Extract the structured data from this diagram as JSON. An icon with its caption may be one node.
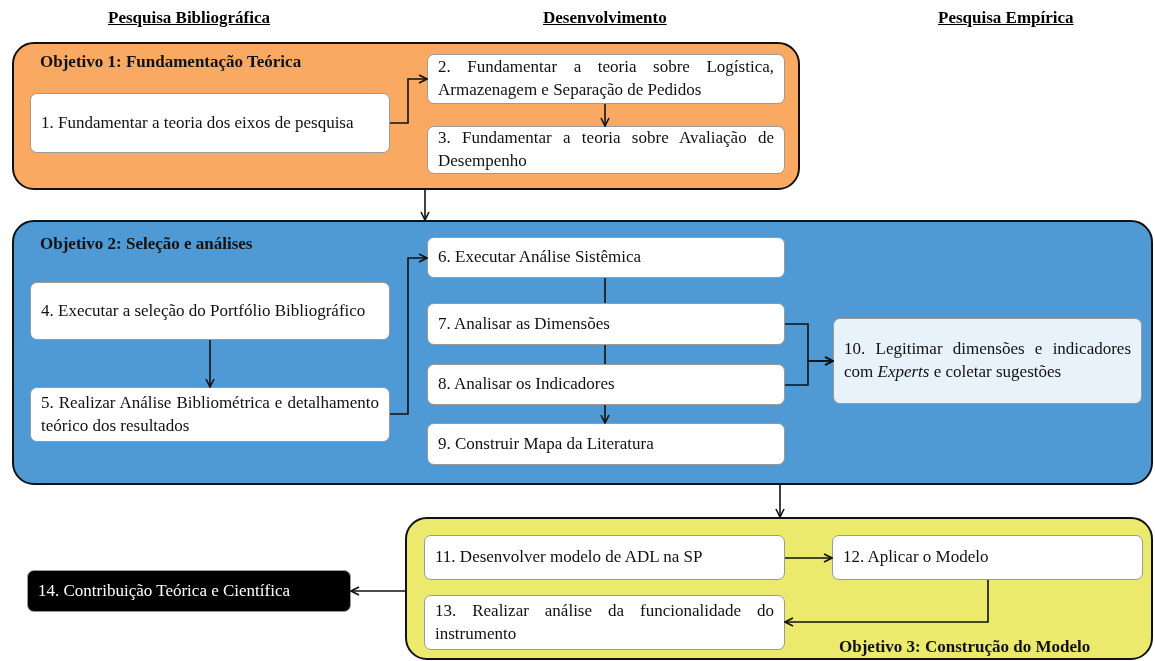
{
  "diagram": {
    "nodes": [
      {
        "text": [
          "Objetivo 1: Fundamentação Teórica"
        ]
      },
      {
        "text": [
          "1. Fundamentar a teoria dos eixos de pesquisa"
        ],
        "in": 0
      },
      {
        "text": [
          "2. Fundamentar a teoria sobre Logística, Armazenagem e Separação de Pedidos"
        ],
        "in": 0
      },
      {
        "text": [
          "3. Fundamentar a teoria sobre Avaliação de Desempenho"
        ],
        "in": 0
      },
      {
        "text": [
          "Objetivo 2: Seleção e análises"
        ]
      },
      {
        "text": [
          "4. Executar a seleção do Portfólio Bibliográfico"
        ],
        "in": 4
      },
      {
        "text": [
          "5. Realizar Análise Bibliométrica e detalhamento teórico dos resultados"
        ],
        "in": 4
      },
      {
        "text": [
          "6. Executar Análise Sistêmica"
        ],
        "in": 4
      },
      {
        "text": [
          "7. Analisar as Dimensões"
        ],
        "in": 4
      },
      {
        "text": [
          "8. Analisar os Indicadores"
        ],
        "in": 4
      },
      {
        "text": [
          "9. Construir Mapa da Literatura"
        ],
        "in": 4
      },
      {
        "text": [
          "10. Legitimar dimensões e indicadores com *Experts* e coletar sugestões"
        ],
        "in": 4
      },
      {
        "text": [
          "Objetivo 3: Construção do Modelo"
        ]
      },
      {
        "text": [
          "11. Desenvolver modelo de ADL na SP"
        ],
        "in": 12
      },
      {
        "text": [
          "12. Aplicar o Modelo"
        ],
        "in": 12
      },
      {
        "text": [
          "13. Realizar análise da funcionalidade do instrumento"
        ],
        "in": 12
      },
      {
        "text": [
          "14. Contribuição Teórica e Científica"
        ]
      }
    ],
    "edges": [
      {
        "from": 1,
        "to": 2,
        "arrow": "to"
      },
      {
        "from": 2,
        "to": 3,
        "arrow": "to"
      },
      {
        "from": 0,
        "to": 4,
        "arrow": "to"
      },
      {
        "from": 5,
        "to": 6,
        "arrow": "to"
      },
      {
        "from": 6,
        "to": 7,
        "arrow": "to"
      },
      {
        "from": 7,
        "to": 8,
        "arrow": "none"
      },
      {
        "from": 8,
        "to": 9,
        "arrow": "none"
      },
      {
        "from": 9,
        "to": 10,
        "arrow": "to"
      },
      {
        "from": 8,
        "to": 11,
        "arrow": "to"
      },
      {
        "from": 9,
        "to": 11,
        "arrow": "to"
      },
      {
        "from": 4,
        "to": 12,
        "arrow": "to"
      },
      {
        "from": 13,
        "to": 14,
        "arrow": "to"
      },
      {
        "from": 14,
        "to": 15,
        "arrow": "to"
      },
      {
        "from": 12,
        "to": 16,
        "arrow": "to"
      }
    ],
    "labels": [
      "Pesquisa Bibliográfica",
      "Desenvolvimento",
      "Pesquisa Empírica"
    ]
  }
}
